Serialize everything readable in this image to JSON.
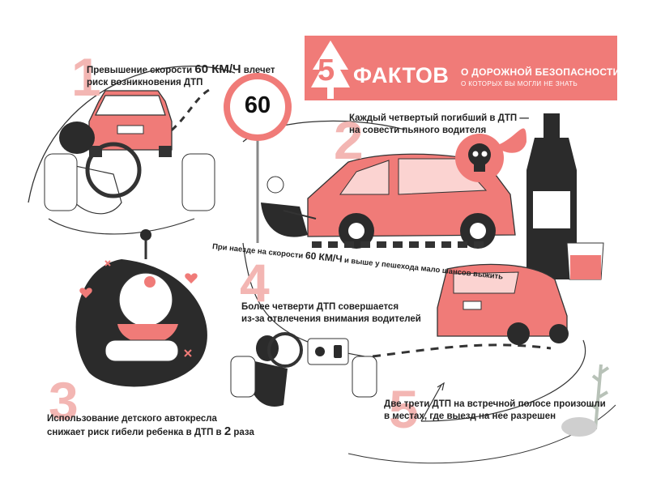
{
  "header": {
    "number": "5",
    "title": "ФАКТОВ",
    "subtitle": "О ДОРОЖНОЙ БЕЗОПАСНОСТИ",
    "subtitle2": "О КОТОРЫХ ВЫ МОГЛИ НЕ ЗНАТЬ"
  },
  "sign": {
    "speed": "60"
  },
  "facts": [
    {
      "number": "1",
      "line1_pre": "Превышение скорости ",
      "line1_big": "60 КМ/Ч",
      "line1_post": " влечет",
      "line2": "риск возникновения ДТП"
    },
    {
      "number": "2",
      "line1": "Каждый четвертый погибший в ДТП —",
      "line2": "на совести пьяного водителя"
    },
    {
      "number": "3",
      "line1": "Использование детского автокресла",
      "line2_pre": "снижает риск гибели ребенка в ДТП в ",
      "line2_big": "2",
      "line2_post": " раза"
    },
    {
      "number": "4",
      "line1": "Более четверти ДТП совершается",
      "line2": "из-за отвлечения внимания водителей"
    },
    {
      "number": "5",
      "line1": "Две трети ДТП на встречной полосе произошли",
      "line2": "в местах, где выезд на нее разрешен"
    }
  ],
  "pedestrian_note": {
    "pre": "При наезде на скорости ",
    "big": "60 КМ/Ч",
    "post": " и выше у пешехода мало шансов выжить"
  },
  "colors": {
    "accent": "#f07b78",
    "number_pink": "#f3b6b3",
    "dark": "#2b2b2b"
  },
  "icons": [
    "skull-icon",
    "speed-sign-icon",
    "phone-icon",
    "heart-icon"
  ]
}
